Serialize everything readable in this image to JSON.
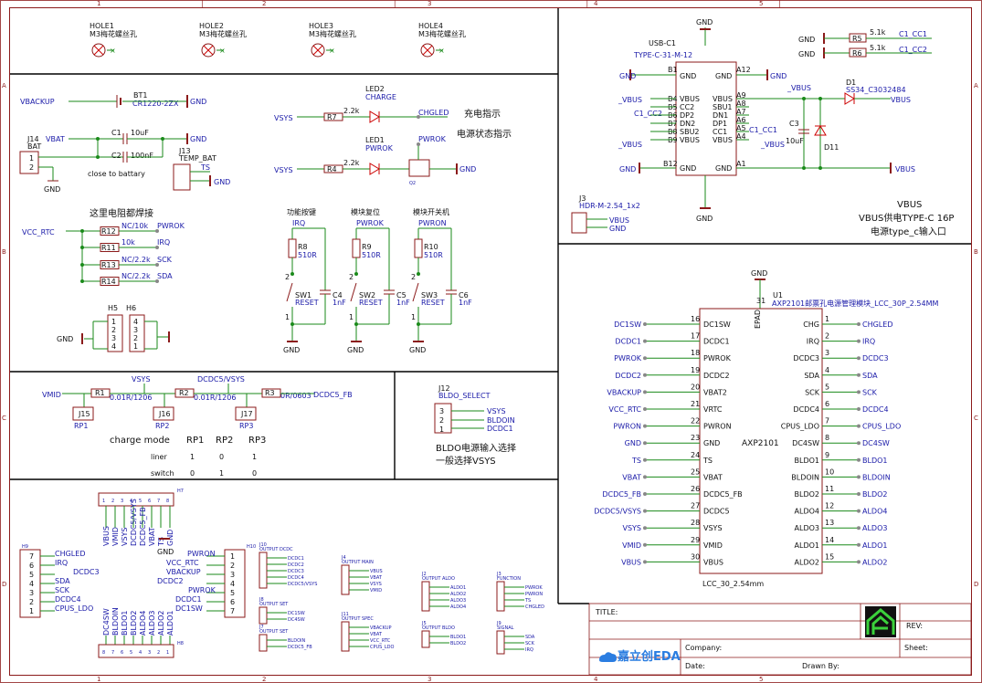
{
  "grid": {
    "cols": [
      "1",
      "2",
      "3",
      "4",
      "5"
    ],
    "rows": [
      "A",
      "B",
      "C",
      "D"
    ]
  },
  "holes": [
    {
      "ref": "HOLE1",
      "value": "M3梅花螺丝孔"
    },
    {
      "ref": "HOLE2",
      "value": "M3梅花螺丝孔"
    },
    {
      "ref": "HOLE3",
      "value": "M3梅花螺丝孔"
    },
    {
      "ref": "HOLE4",
      "value": "M3梅花螺丝孔"
    }
  ],
  "battery": {
    "vbackup": "VBACKUP",
    "bt_ref": "BT1",
    "bt_val": "CR1220-2ZX",
    "gnd": "GND",
    "j14_ref": "J14",
    "j14_val": "BAT",
    "vbat": "VBAT",
    "c1_ref": "C1",
    "c1_val": "10uF",
    "c2_ref": "C2",
    "c2_val": "100nF",
    "note": "close to battary",
    "gnd2": "GND",
    "j13_ref": "J13",
    "j13_val": "TEMP_BAT",
    "ts": "TS",
    "gnd3": "GND",
    "gnd4": "GND"
  },
  "leds": {
    "vsys1": "VSYS",
    "r7_ref": "R7",
    "r7_val": "2.2k",
    "led2_ref": "LED2",
    "led2_val": "CHARGE",
    "net1": "CHGLED",
    "title1": "充电指示",
    "vsys2": "VSYS",
    "r4_ref": "R4",
    "r4_val": "2.2k",
    "led1_ref": "LED1",
    "led1_val": "PWROK",
    "net2": "PWROK",
    "q2": "Q2",
    "gnd": "GND",
    "title2": "电源状态指示"
  },
  "resistors": {
    "title": "这里电阻都焊接",
    "vcc": "VCC_RTC",
    "rows": [
      {
        "ref": "R12",
        "val": "NC/10k",
        "net": "PWROK"
      },
      {
        "ref": "R11",
        "val": "10k",
        "net": "IRQ"
      },
      {
        "ref": "R13",
        "val": "NC/2.2k",
        "net": "SCK"
      },
      {
        "ref": "R14",
        "val": "NC/2.2k",
        "net": "SDA"
      }
    ]
  },
  "h56": {
    "h5": "H5",
    "h6": "H6",
    "gnd": "GND",
    "pins": [
      "1",
      "2",
      "3",
      "4",
      "4",
      "3",
      "2",
      "1"
    ]
  },
  "buttons": [
    {
      "title": "功能按键",
      "net": "IRQ",
      "r_ref": "R8",
      "r_val": "510R",
      "sw_ref": "SW1",
      "sw_val": "RESET",
      "c_ref": "C4",
      "c_val": "1nF",
      "gnd": "GND"
    },
    {
      "title": "模块复位",
      "net": "PWROK",
      "r_ref": "R9",
      "r_val": "510R",
      "sw_ref": "SW2",
      "sw_val": "RESET",
      "c_ref": "C5",
      "c_val": "1nF",
      "gnd": "GND"
    },
    {
      "title": "模块开关机",
      "net": "PWRON",
      "r_ref": "R10",
      "r_val": "510R",
      "sw_ref": "SW3",
      "sw_val": "RESET",
      "c_ref": "C6",
      "c_val": "1nF",
      "gnd": "GND"
    }
  ],
  "charge": {
    "vmid": "VMID",
    "r1": "R1",
    "r1_val": "0.01R/1206",
    "vsys": "VSYS",
    "r2": "R2",
    "r2_val": "0.01R/1206",
    "dcdc5": "DCDC5/VSYS",
    "r3": "R3",
    "r3_val": "0R/0603",
    "dcdc5fb": "DCDC5_FB",
    "rp1": "RP1",
    "j15": "J15",
    "rp2": "RP2",
    "j16": "J16",
    "rp3": "RP3",
    "j17": "J17",
    "table_hdr": [
      "charge mode",
      "RP1",
      "RP2",
      "RP3"
    ],
    "table_rows": [
      [
        "liner",
        "1",
        "0",
        "1"
      ],
      [
        "switch",
        "0",
        "1",
        "0"
      ]
    ]
  },
  "bldo": {
    "ref": "J12",
    "val": "BLDO_SELECT",
    "pins": [
      "3",
      "2",
      "1"
    ],
    "nets": [
      "VSYS",
      "BLDOIN",
      "DCDC1"
    ],
    "note1": "BLDO电源输入选择",
    "note2": "一般选择VSYS"
  },
  "h7": {
    "ref": "H7",
    "labels": [
      "VBUS",
      "VMID",
      "VSYS",
      "DCDC5/VSYS",
      "DCDC5_FB",
      "VBAT",
      "TS",
      "GND"
    ]
  },
  "h9": {
    "ref": "H9",
    "pins": [
      "7",
      "6",
      "5",
      "4",
      "3",
      "2",
      "1"
    ],
    "nets": [
      "CHGLED",
      "IRQ",
      "DCDC3",
      "SDA",
      "SCK",
      "DCDC4",
      "CPUS_LDO"
    ]
  },
  "h10": {
    "ref": "H10",
    "nets": [
      "PWRON",
      "VCC_RTC",
      "VBACKUP",
      "DCDC2",
      "PWROK",
      "DCDC1",
      "DC1SW"
    ]
  },
  "h8": {
    "ref": "H8",
    "labels": [
      "DC4SW",
      "BLDOIN",
      "BLDO1",
      "BLDO2",
      "ALDO4",
      "ALDO3",
      "ALDO2",
      "ALDO1"
    ],
    "pins": [
      "8",
      "7",
      "6",
      "5",
      "4",
      "3",
      "2",
      "1"
    ]
  },
  "mini": [
    {
      "ref": "J10",
      "title": "OUTPUT DCDC",
      "nets": [
        "DCDC1",
        "DCDC2",
        "DCDC3",
        "DCDC4",
        "DCDC5/VSYS"
      ]
    },
    {
      "ref": "J4",
      "title": "OUTPUT MAIN",
      "nets": [
        "VBUS",
        "VBAT",
        "VSYS",
        "VMID"
      ]
    },
    {
      "ref": "J2",
      "title": "OUTPUT ALDO",
      "nets": [
        "ALDO1",
        "ALDO2",
        "ALDO3",
        "ALDO4"
      ]
    },
    {
      "ref": "J3",
      "title": "FUNCTION",
      "nets": [
        "PWROK",
        "PWRON",
        "TS",
        "CHGLED"
      ]
    },
    {
      "ref": "J8",
      "title": "OUTPUT SET",
      "nets": [
        "DC1SW",
        "DC4SW"
      ]
    },
    {
      "ref": "J7",
      "title": "OUTPUT SET",
      "nets": [
        "BLDOIN",
        "DCDC5_FB"
      ]
    },
    {
      "ref": "J11",
      "title": "OUTPUT SPEC",
      "nets": [
        "VBACKUP",
        "VBAT",
        "VCC_RTC",
        "CPUS_LDO"
      ]
    },
    {
      "ref": "J5",
      "title": "OUTPUT BLDO",
      "nets": [
        "BLDO1",
        "BLDO2"
      ]
    },
    {
      "ref": "J9",
      "title": "SIGNAL",
      "nets": [
        "SDA",
        "SCK",
        "IRQ"
      ]
    }
  ],
  "usb": {
    "gnd_top": "GND",
    "ref": "USB-C1",
    "val": "TYPE-C-31-M-12",
    "b1": "B1",
    "a12": "A12",
    "left_pins": [
      [
        "B4",
        "VBUS"
      ],
      [
        "B5",
        "CC2"
      ],
      [
        "B6",
        "DP2"
      ],
      [
        "B7",
        "DN2"
      ],
      [
        "B8",
        "SBU2"
      ],
      [
        "B9",
        "VBUS"
      ],
      [
        "B12",
        "GND"
      ]
    ],
    "right_pins": [
      [
        "A9",
        "VBUS"
      ],
      [
        "A8",
        "SBU1"
      ],
      [
        "A7",
        "DN1"
      ],
      [
        "A6",
        "DP1"
      ],
      [
        "A5",
        "CC1"
      ],
      [
        "A4",
        "VBUS"
      ],
      [
        "A1",
        "GND"
      ]
    ],
    "gnd_b1": "GND",
    "gnd_a12": "GND",
    "vbus_l1": "_VBUS",
    "cc2": "C1_CC2",
    "vbus_l2": "_VBUS",
    "gnd_b12": "GND",
    "cc1": "C1_CC1",
    "vbus_r": "_VBUS",
    "gnd_bottom": "GND",
    "r5": "R5",
    "r5_val": "5.1k",
    "r5_net": "C1_CC1",
    "r6": "R6",
    "r6_val": "5.1k",
    "r6_net": "C1_CC2",
    "gnd_r": [
      "GND",
      "GND"
    ],
    "d1": "D1",
    "d1_val": "SS34_C3032484",
    "vbus_net": "VBUS",
    "vbus_in": "_VBUS",
    "c3": "C3",
    "c3_val": "10uF",
    "d11": "D11",
    "gnd_right": "VBUS",
    "j3": "J3",
    "j3_val": "HDR-M-2.54_1x2",
    "j3_nets": [
      "VBUS",
      "GND"
    ],
    "caption1": "VBUS",
    "caption2": "VBUS供电TYPE-C 16P",
    "caption3": "电源type_c输入口",
    "ba_gnd": "GND",
    "bb_gnd": "GND"
  },
  "axp": {
    "gnd": "GND",
    "ref": "U1",
    "val": "AXP2101邮票孔电源管理模块_LCC_30P_2.54MM",
    "name": "AXP2101",
    "footprint": "LCC_30_2.54mm",
    "epad": "EPAD",
    "pin31": "31",
    "left": [
      [
        "16",
        "DC1SW",
        "DC1SW"
      ],
      [
        "17",
        "DCDC1",
        "DCDC1"
      ],
      [
        "18",
        "PWROK",
        "PWROK"
      ],
      [
        "19",
        "DCDC2",
        "DCDC2"
      ],
      [
        "20",
        "VBAT2",
        "VBACKUP"
      ],
      [
        "21",
        "VRTC",
        "VCC_RTC"
      ],
      [
        "22",
        "PWRON",
        "PWRON"
      ],
      [
        "23",
        "GND",
        "GND"
      ],
      [
        "24",
        "TS",
        "TS"
      ],
      [
        "25",
        "VBAT",
        "VBAT"
      ],
      [
        "26",
        "DCDC5_FB",
        "DCDC5_FB"
      ],
      [
        "27",
        "DCDC5",
        "DCDC5/VSYS"
      ],
      [
        "28",
        "VSYS",
        "VSYS"
      ],
      [
        "29",
        "VMID",
        "VMID"
      ],
      [
        "30",
        "VBUS",
        "VBUS"
      ]
    ],
    "right": [
      [
        "1",
        "CHG",
        "CHGLED"
      ],
      [
        "2",
        "IRQ",
        "IRQ"
      ],
      [
        "3",
        "DCDC3",
        "DCDC3"
      ],
      [
        "4",
        "SDA",
        "SDA"
      ],
      [
        "5",
        "SCK",
        "SCK"
      ],
      [
        "6",
        "DCDC4",
        "DCDC4"
      ],
      [
        "7",
        "CPUS_LDO",
        "CPUS_LDO"
      ],
      [
        "8",
        "DC4SW",
        "DC4SW"
      ],
      [
        "9",
        "BLDO1",
        "BLDO1"
      ],
      [
        "10",
        "BLDOIN",
        "BLDOIN"
      ],
      [
        "11",
        "BLDO2",
        "BLDO2"
      ],
      [
        "12",
        "ALDO4",
        "ALDO4"
      ],
      [
        "13",
        "ALDO3",
        "ALDO3"
      ],
      [
        "14",
        "ALDO1",
        "ALDO1"
      ],
      [
        "15",
        "ALDO2",
        "ALDO2"
      ]
    ]
  },
  "titleblock": {
    "title": "TITLE:",
    "rev": "REV:",
    "company": "Company:",
    "sheet": "Sheet:",
    "date": "Date:",
    "drawn": "Drawn By:",
    "logo": "嘉立创EDA"
  }
}
